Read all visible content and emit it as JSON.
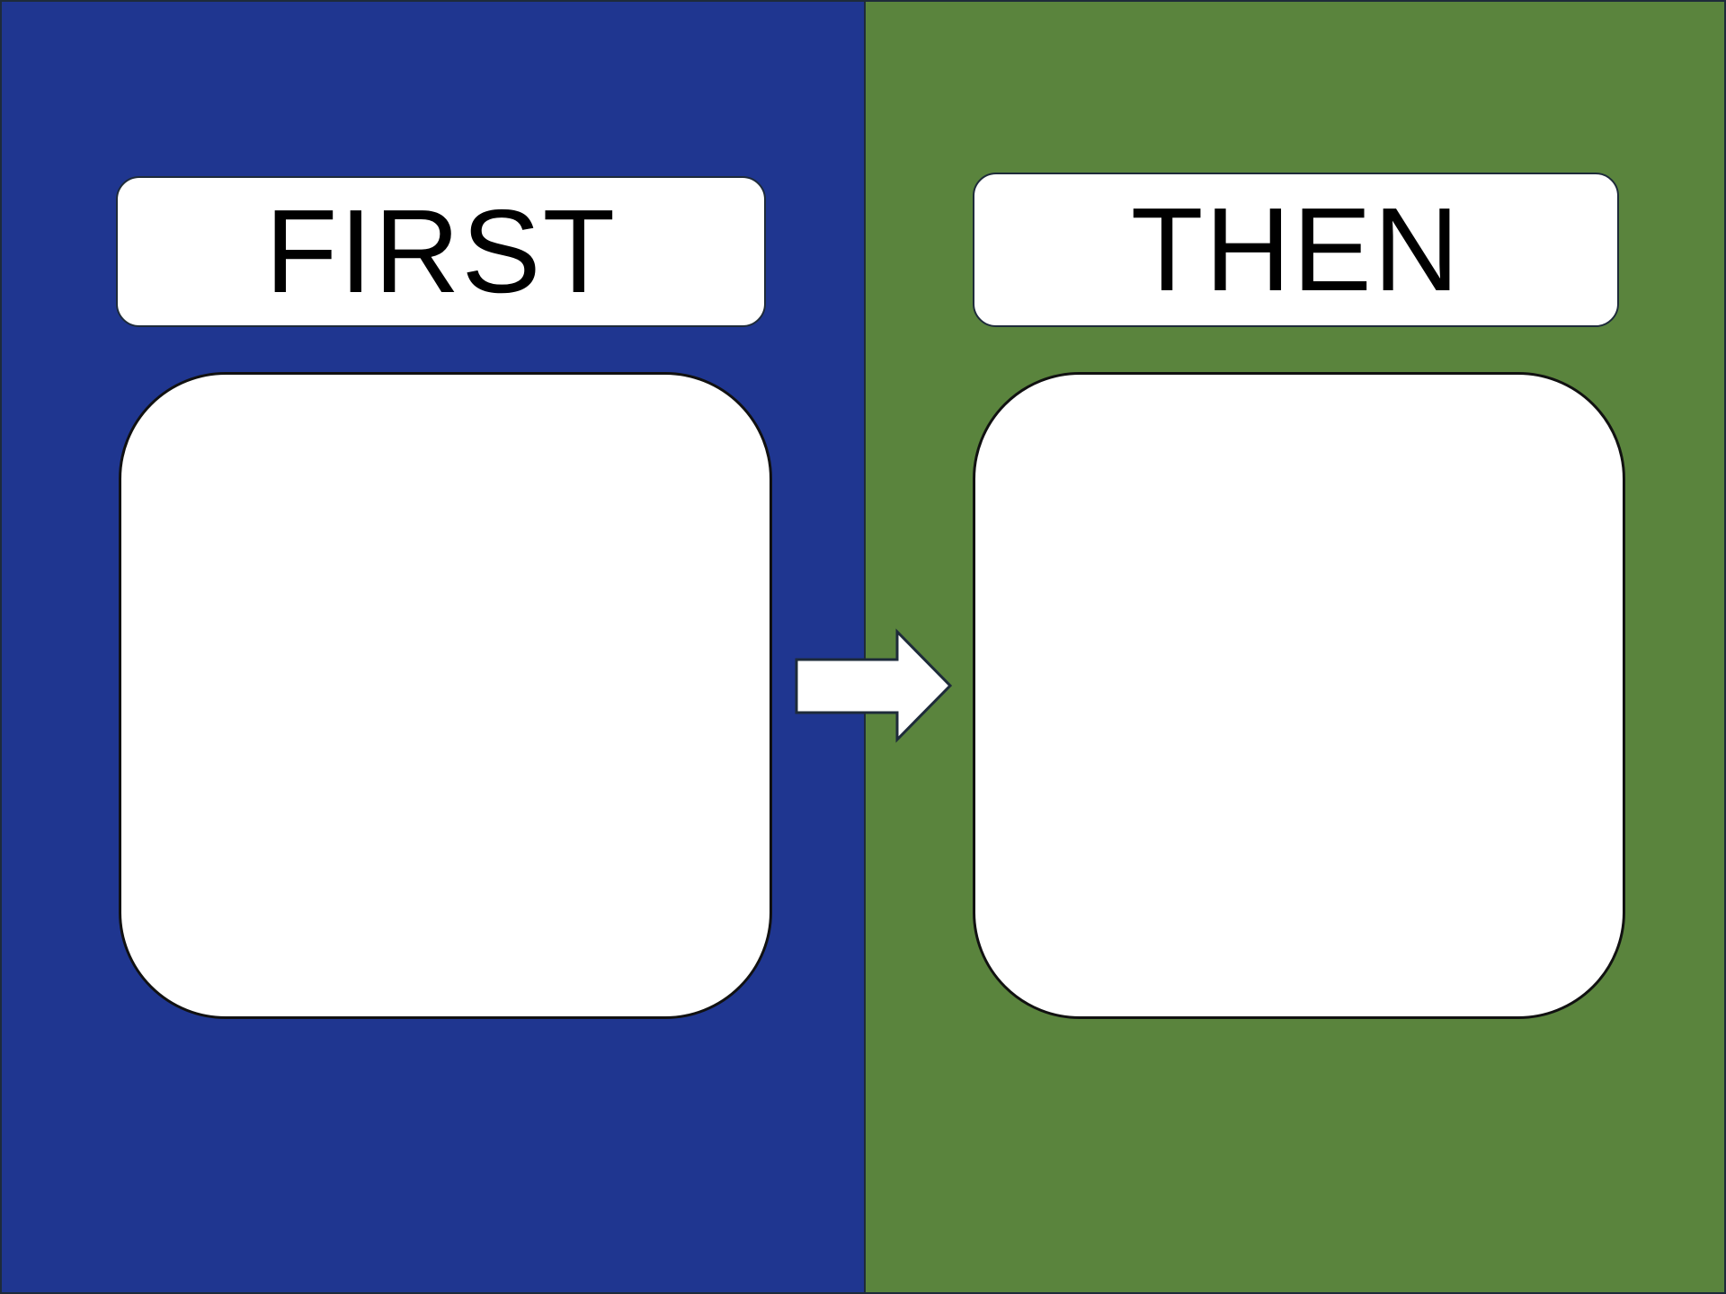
{
  "first": {
    "label": "FIRST",
    "color": "#1f3690"
  },
  "then": {
    "label": "THEN",
    "color": "#5a843d"
  },
  "arrow": {
    "icon": "arrow-right-icon",
    "direction": "right"
  }
}
